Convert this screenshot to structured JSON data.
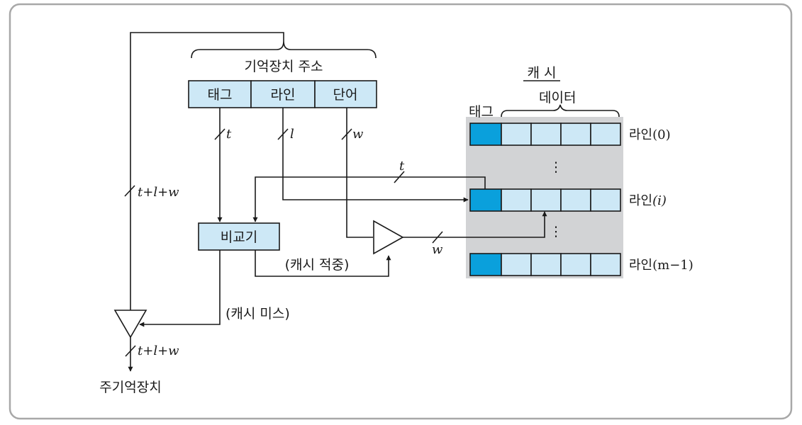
{
  "memory_address": {
    "title": "기억장치 주소",
    "fields": [
      "태그",
      "라인",
      "단어"
    ]
  },
  "cache": {
    "title": "캐 시",
    "tag_label": "태그",
    "data_label": "데이터",
    "lines": [
      {
        "label": "라인",
        "index": "(0)"
      },
      {
        "label": "라인",
        "index": "(i)",
        "index_italic": true
      },
      {
        "label": "라인",
        "index": "(m−1)"
      }
    ],
    "dots": "⋮"
  },
  "comparator": {
    "label": "비교기"
  },
  "signals": {
    "tag_bits": "t",
    "line_bits": "l",
    "word_bits": "w",
    "full_bits": "t+l+w",
    "hit": "(캐시 적중)",
    "miss": "(캐시 미스)"
  },
  "main_memory": {
    "label": "주기억장치"
  },
  "colors": {
    "border": "#a8a8a8",
    "box_fill": "#cde8f6",
    "tag_fill": "#0aa0dc",
    "cache_bg": "#d2d3d5"
  }
}
